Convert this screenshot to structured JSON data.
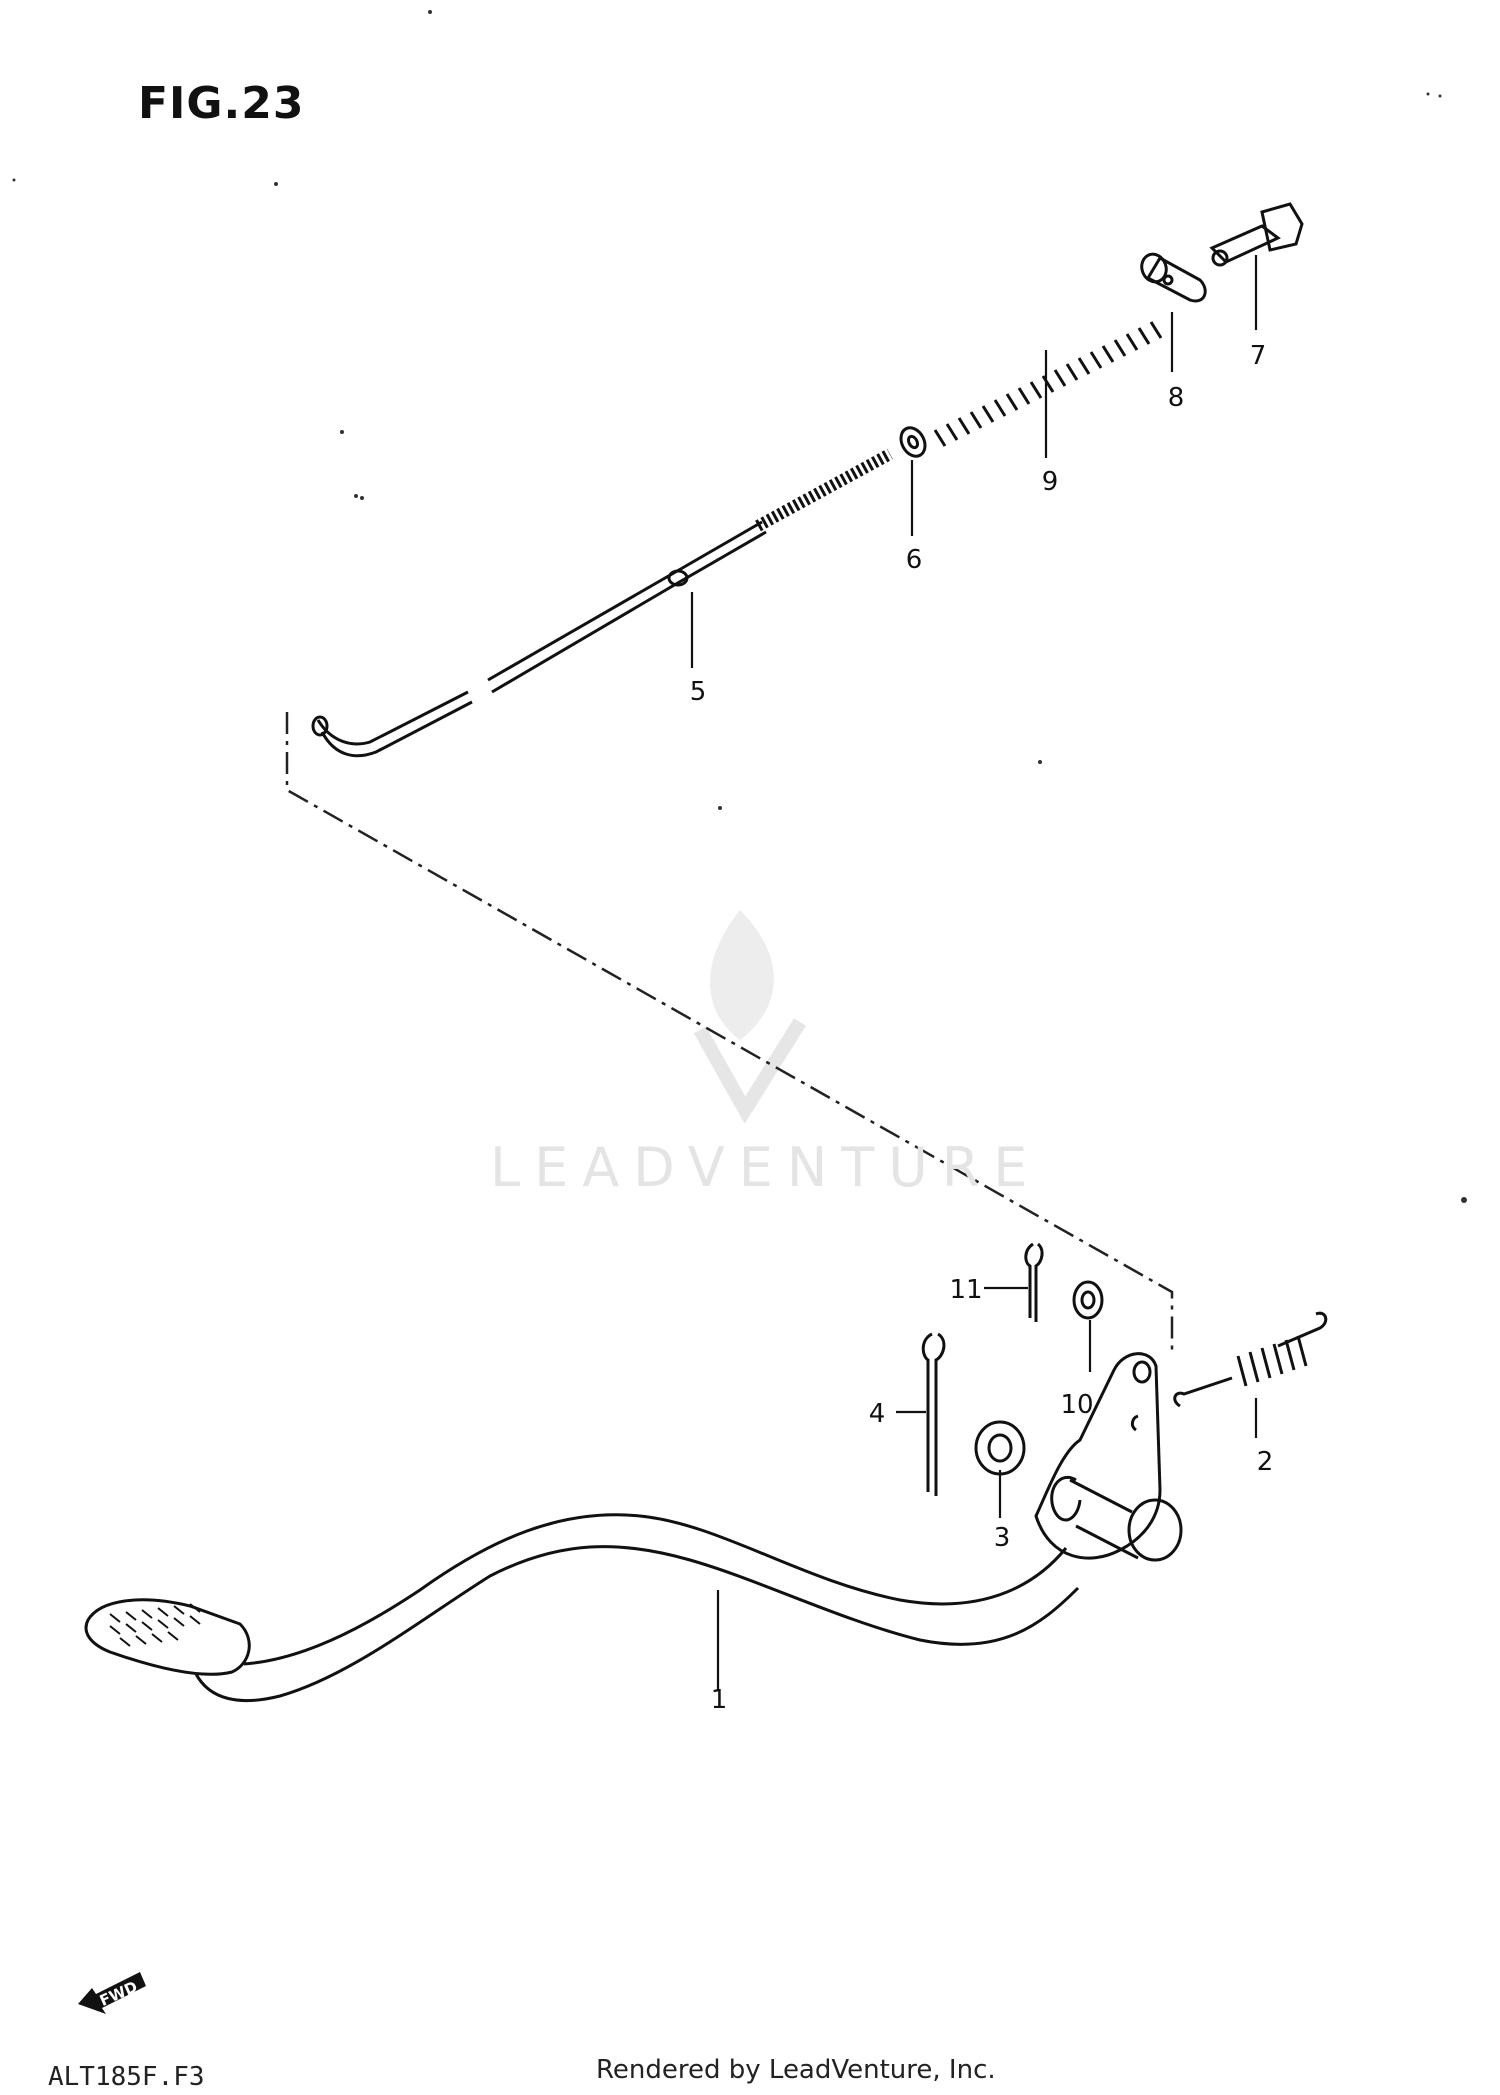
{
  "figure": {
    "title": "FIG.23"
  },
  "callouts": [
    {
      "id": "1",
      "label": "1"
    },
    {
      "id": "2",
      "label": "2"
    },
    {
      "id": "3",
      "label": "3"
    },
    {
      "id": "4",
      "label": "4"
    },
    {
      "id": "5",
      "label": "5"
    },
    {
      "id": "6",
      "label": "6"
    },
    {
      "id": "7",
      "label": "7"
    },
    {
      "id": "8",
      "label": "8"
    },
    {
      "id": "9",
      "label": "9"
    },
    {
      "id": "10",
      "label": "10"
    },
    {
      "id": "11",
      "label": "11"
    }
  ],
  "watermark": {
    "text": "LEADVENTURE"
  },
  "direction_marker": {
    "text": "FWD"
  },
  "footer": {
    "model_code": "ALT185F.F3",
    "credit": "Rendered by LeadVenture, Inc."
  }
}
